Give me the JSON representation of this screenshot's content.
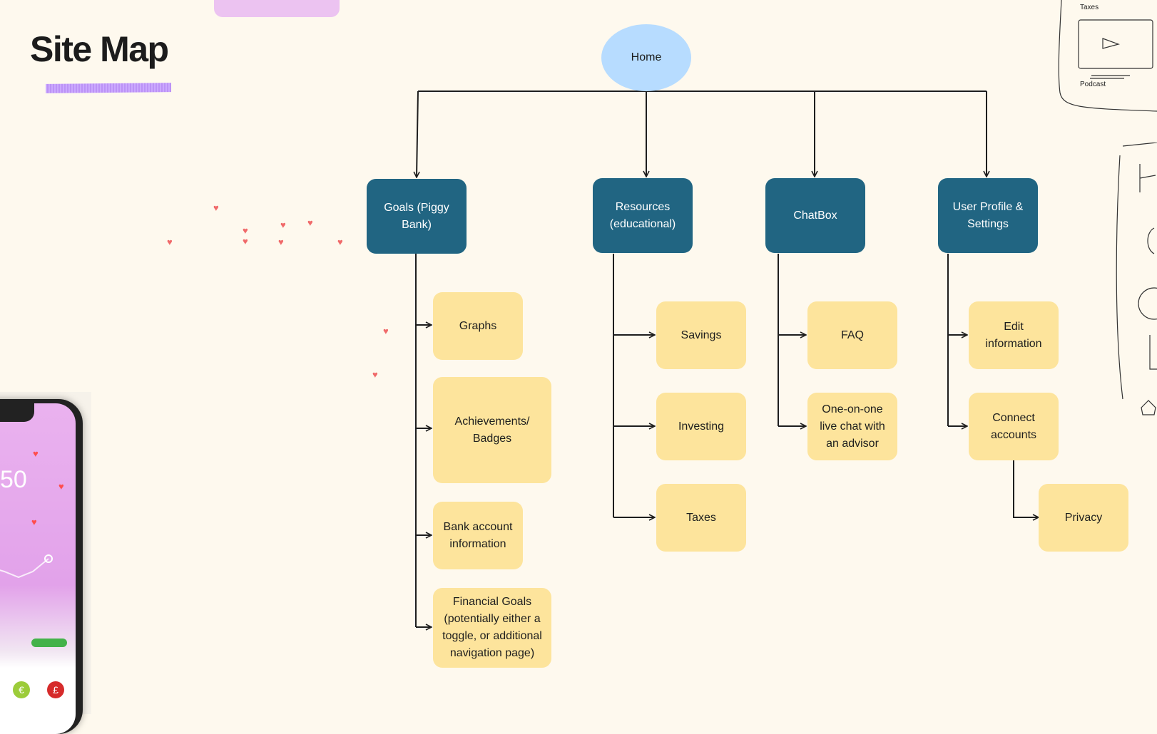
{
  "page": {
    "title": "Site Map"
  },
  "colors": {
    "background": "#fef9ee",
    "root_node": "#b7dcff",
    "category_node": "#216582",
    "leaf_node": "#fde49c",
    "connector": "#1e1e1e",
    "title_underline": "#c8a5ff",
    "heart": "#f06a6a"
  },
  "sitemap": {
    "root": {
      "label": "Home"
    },
    "categories": [
      {
        "label": "Goals (Piggy Bank)",
        "children": [
          {
            "label": "Graphs"
          },
          {
            "label": "Achievements/ Badges"
          },
          {
            "label": "Bank account information"
          },
          {
            "label": "Financial Goals (potentially either a toggle, or additional navigation page)"
          }
        ]
      },
      {
        "label": "Resources (educational)",
        "children": [
          {
            "label": "Savings"
          },
          {
            "label": "Investing"
          },
          {
            "label": "Taxes"
          }
        ]
      },
      {
        "label": "ChatBox",
        "children": [
          {
            "label": "FAQ"
          },
          {
            "label": "One-on-one live chat with an advisor"
          }
        ]
      },
      {
        "label": "User Profile & Settings",
        "children": [
          {
            "label": "Edit information"
          },
          {
            "label": "Connect accounts",
            "children": [
              {
                "label": "Privacy"
              }
            ]
          }
        ]
      }
    ]
  },
  "sketch": {
    "labels": [
      "Taxes",
      "Podcast"
    ]
  },
  "icons": {
    "heart": "heart-icon",
    "play": "play-icon"
  }
}
